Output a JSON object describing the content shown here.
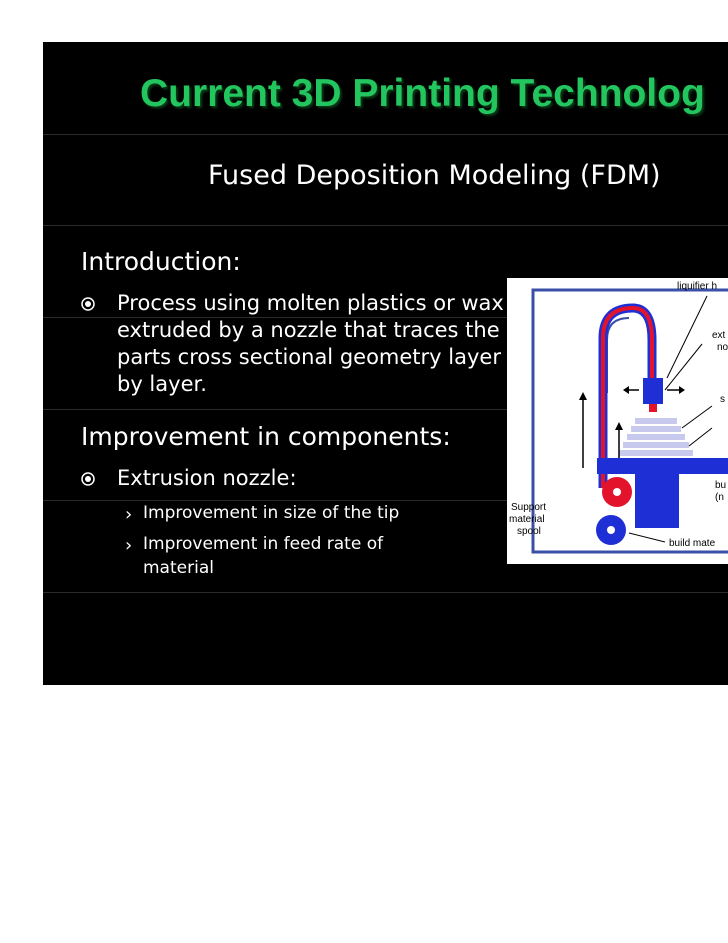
{
  "slide": {
    "title": "Current 3D Printing Technolog",
    "subtitle": "Fused Deposition Modeling (FDM)",
    "intro_heading": "Introduction:",
    "intro_bullet": "Process using molten plastics or wax extruded by a nozzle that traces the parts cross sectional geometry layer by layer.",
    "improve_heading": "Improvement in components:",
    "improve_bullet": "Extrusion nozzle:",
    "sub_items": [
      "Improvement in size of the tip",
      "Improvement in feed rate of material"
    ]
  },
  "diagram": {
    "label_liquifier": "liquifier h",
    "label_ext": "ext",
    "label_no": "no",
    "label_s": "s",
    "label_bu": "bu",
    "label_n": "(n",
    "label_support_1": "Support",
    "label_support_2": "material",
    "label_support_3": "spool",
    "label_build": "build mate"
  },
  "colors": {
    "background": "#000000",
    "title": "#22c55e",
    "text": "#ffffff",
    "diagram_blue": "#1f2fd6",
    "diagram_red": "#e2132b",
    "diagram_frame": "#3a4fa8"
  },
  "icons": {
    "bullet": "circled-dot-icon",
    "sub_bullet": "chevron-right-icon"
  }
}
